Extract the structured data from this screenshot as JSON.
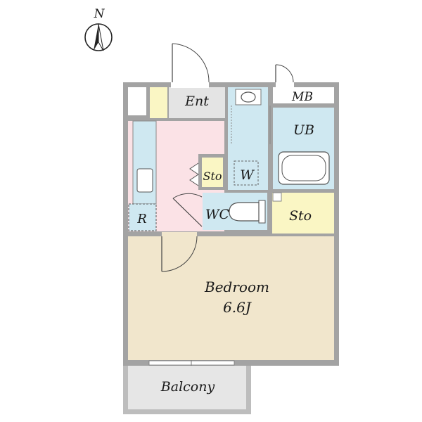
{
  "compass": {
    "label": "N"
  },
  "rooms": {
    "entrance": {
      "label": "Ent",
      "color": "#e4e4e4"
    },
    "meter_box": {
      "label": "MB"
    },
    "unit_bath": {
      "label": "UB",
      "color": "#cfe8f1"
    },
    "storage_small": {
      "label": "Sto",
      "color": "#faf6c4"
    },
    "washroom": {
      "label": "W",
      "color": "#cfe8f1"
    },
    "toilet": {
      "label": "WC",
      "color": "#cfe8f1"
    },
    "storage_right": {
      "label": "Sto",
      "color": "#faf6c4"
    },
    "refrigerator": {
      "label": "R"
    },
    "kitchen": {
      "color": "#fbe2e6"
    },
    "bedroom": {
      "label": "Bedroom",
      "size": "6.6J",
      "color": "#f1e6cc"
    },
    "balcony": {
      "label": "Balcony",
      "color": "#e6e6e6"
    }
  },
  "wall_color": "#a3a3a3"
}
